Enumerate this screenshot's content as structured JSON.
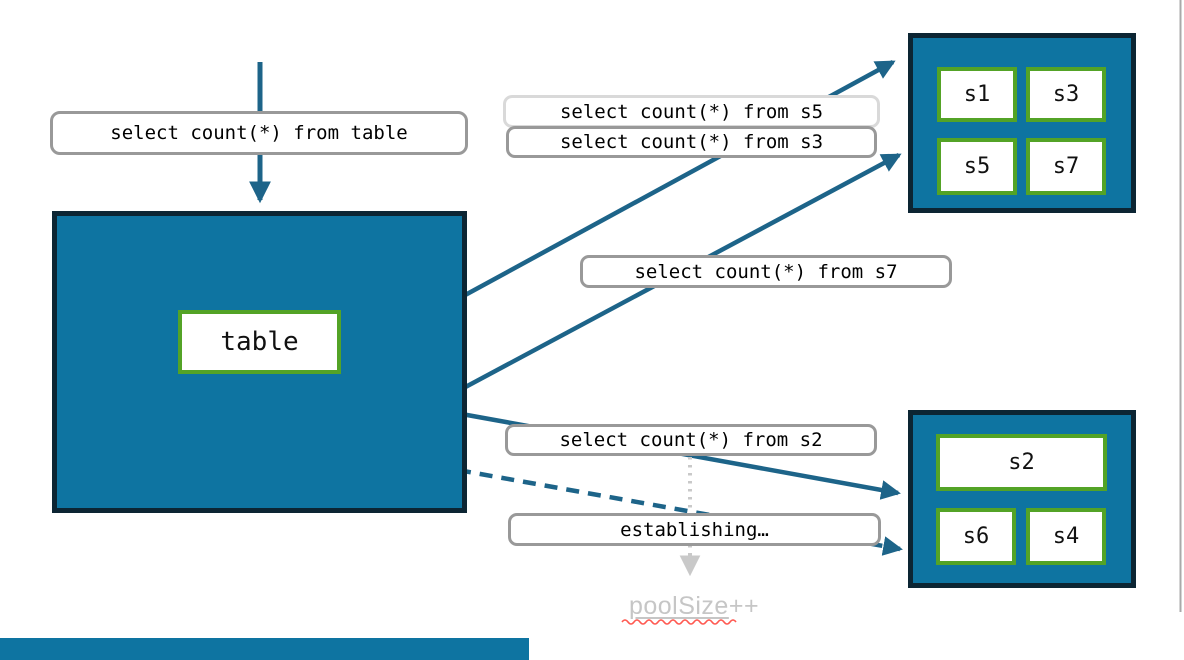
{
  "diagram": {
    "colors": {
      "teal": "#0e74a1",
      "box_border": "#0c2533",
      "green": "#53a326",
      "arrow": "#1d6489",
      "label_border": "#999999",
      "label_border_light": "#d9d9d9",
      "muted_gray": "#c6c6c6",
      "dotted_gray": "#c9c9c9",
      "squiggle_red": "#ff5a52"
    },
    "table_box": {
      "label": "table"
    },
    "top_shard_box": {
      "shards": [
        "s1",
        "s3",
        "s5",
        "s7"
      ]
    },
    "bottom_shard_box": {
      "shards": [
        "s2",
        "s6",
        "s4"
      ]
    },
    "query_labels": {
      "table": "select count(*) from table",
      "s5": "select count(*) from s5",
      "s3": "select count(*) from s3",
      "s7": "select count(*) from s7",
      "s2": "select count(*) from s2",
      "establishing": "establishing…",
      "pool_size_prefix": "poolSize",
      "pool_size_suffix": "++"
    }
  }
}
